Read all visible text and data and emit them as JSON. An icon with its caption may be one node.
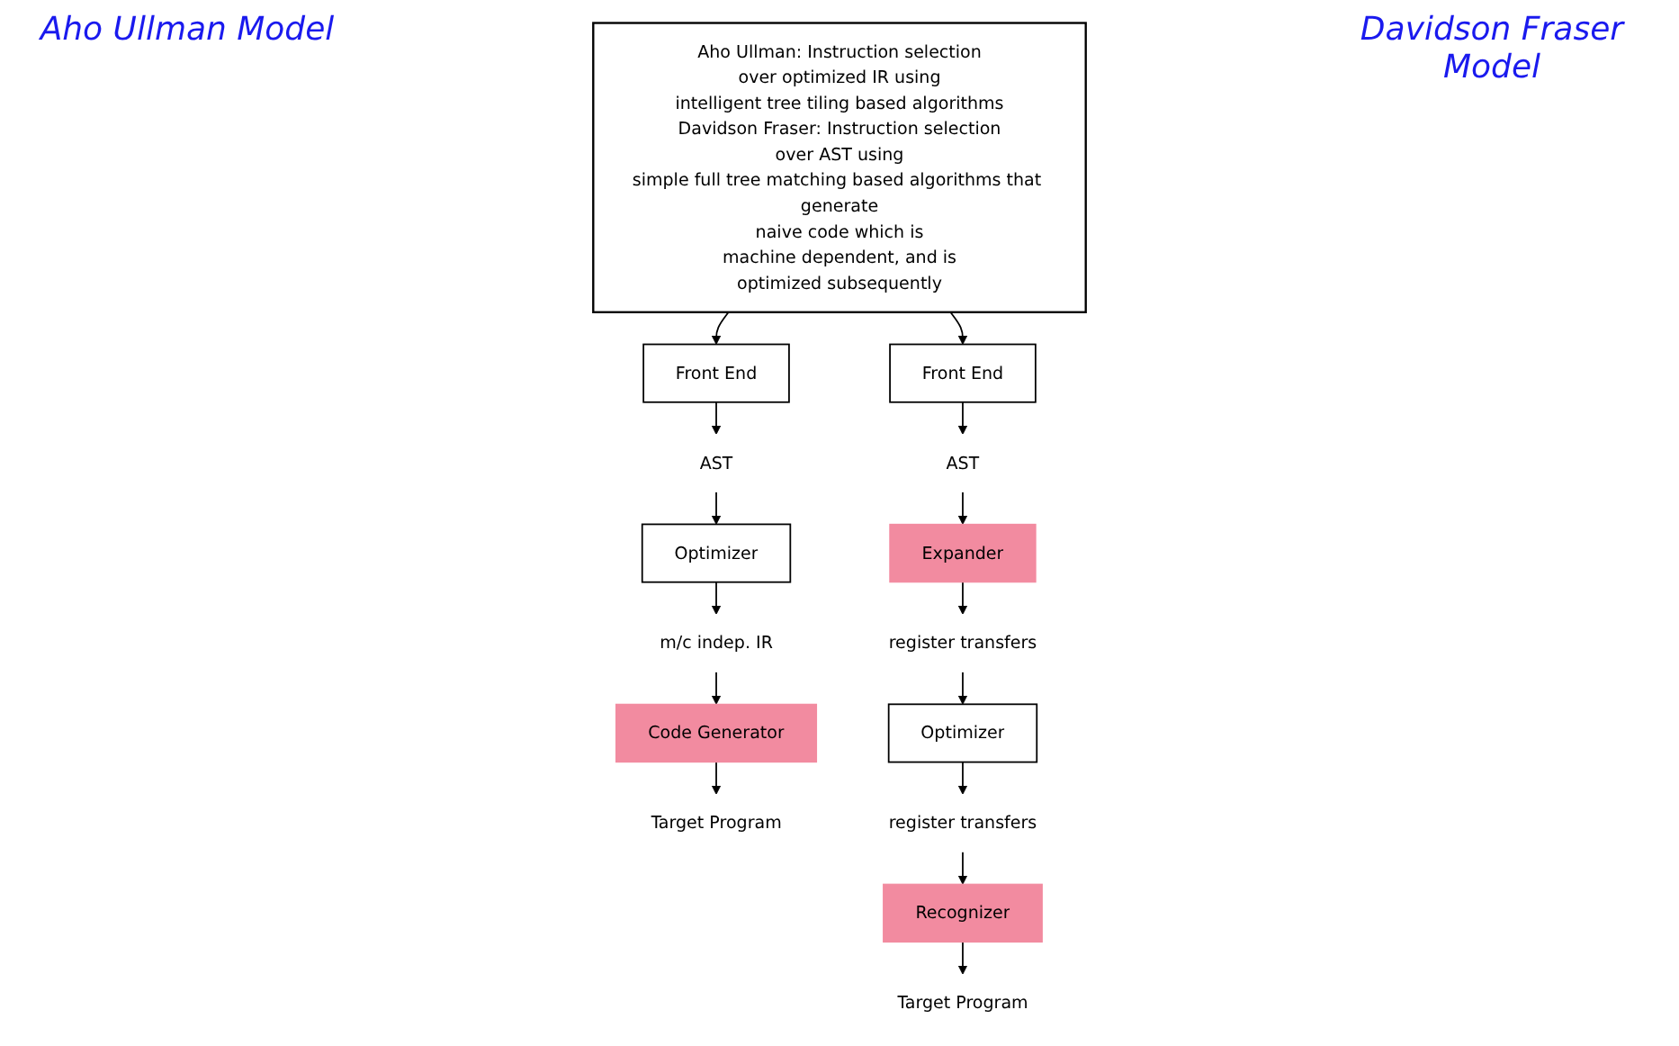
{
  "diagram": {
    "nodes": [
      {
        "text": [
          "Aho Ullman: Instruction selection",
          "over optimized IR using",
          "intelligent tree tiling based algorithms",
          "Davidson Fraser: Instruction selection",
          "over AST using",
          "simple full tree matching based algorithms that generate",
          "naive code which is",
          "machine dependent, and is",
          "optimized subsequently"
        ]
      },
      {
        "text": [
          "Front End"
        ]
      },
      {
        "text": [
          "AST"
        ]
      },
      {
        "text": [
          "Optimizer"
        ]
      },
      {
        "text": [
          "m/c indep. IR"
        ]
      },
      {
        "text": [
          "Code Generator"
        ]
      },
      {
        "text": [
          "Target Program"
        ]
      },
      {
        "text": [
          "Front End"
        ]
      },
      {
        "text": [
          "AST"
        ]
      },
      {
        "text": [
          "Expander"
        ]
      },
      {
        "text": [
          "register transfers"
        ]
      },
      {
        "text": [
          "Optimizer"
        ]
      },
      {
        "text": [
          "register transfers"
        ]
      },
      {
        "text": [
          "Recognizer"
        ]
      },
      {
        "text": [
          "Target Program"
        ]
      }
    ],
    "edges": [
      {
        "from": 0,
        "to": 1,
        "arrow": "to"
      },
      {
        "from": 1,
        "to": 2,
        "arrow": "to"
      },
      {
        "from": 2,
        "to": 3,
        "arrow": "to"
      },
      {
        "from": 3,
        "to": 4,
        "arrow": "to"
      },
      {
        "from": 4,
        "to": 5,
        "arrow": "to"
      },
      {
        "from": 5,
        "to": 6,
        "arrow": "to"
      },
      {
        "from": 0,
        "to": 7,
        "arrow": "to"
      },
      {
        "from": 7,
        "to": 8,
        "arrow": "to"
      },
      {
        "from": 8,
        "to": 9,
        "arrow": "to"
      },
      {
        "from": 9,
        "to": 10,
        "arrow": "to"
      },
      {
        "from": 10,
        "to": 11,
        "arrow": "to"
      },
      {
        "from": 11,
        "to": 12,
        "arrow": "to"
      },
      {
        "from": 12,
        "to": 13,
        "arrow": "to"
      },
      {
        "from": 13,
        "to": 14,
        "arrow": "to"
      }
    ],
    "labels": [
      "Aho Ullman Model",
      "Davidson Fraser Model"
    ]
  }
}
